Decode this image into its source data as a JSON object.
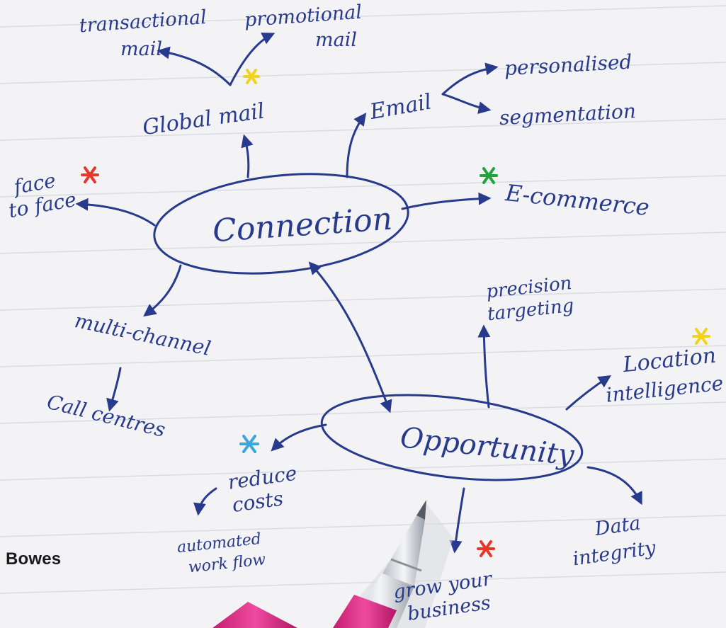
{
  "brand": "Bowes",
  "nodes": {
    "connection": "Connection",
    "opportunity": "Opportunity"
  },
  "labels": {
    "transactional": "transactional",
    "transactional_mail": "mail",
    "promotional": "promotional",
    "promotional_mail": "mail",
    "global_mail": "Global mail",
    "email": "Email",
    "personalised": "personalised",
    "segmentation": "segmentation",
    "face": "face",
    "to_face": "to face",
    "ecommerce": "E-commerce",
    "multichannel": "multi-channel",
    "call_centres": "Call centres",
    "precision": "precision",
    "targeting": "targeting",
    "location": "Location",
    "intelligence": "intelligence",
    "reduce": "reduce",
    "costs": "costs",
    "automated": "automated",
    "work_flow": "work flow",
    "grow_your": "grow your",
    "business": "business",
    "data": "Data",
    "integrity": "integrity"
  },
  "colors": {
    "ink": "#283a8c",
    "star_yellow": "#f2d21b",
    "star_red": "#e8372a",
    "star_green": "#1fa33a",
    "star_blue": "#3aa6dd",
    "pen_pink": "#e8318a"
  }
}
